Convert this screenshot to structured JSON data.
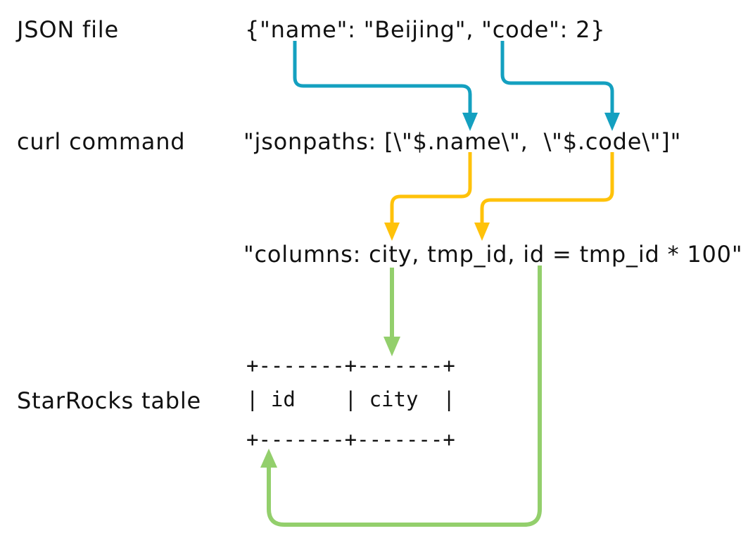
{
  "colors": {
    "teal": "#14A0C0",
    "yellow": "#FFC20A",
    "green": "#93CF6C",
    "text": "#111111"
  },
  "rows": {
    "json_file": {
      "label": "JSON file",
      "value": "{\"name\": \"Beijing\", \"code\": 2}"
    },
    "curl_command": {
      "label": "curl command",
      "jsonpaths_value": "\"jsonpaths: [\\\"$.name\\\",  \\\"$.code\\\"]\"",
      "columns_value": "\"columns: city, tmp_id, id = tmp_id * 100\""
    },
    "starrocks_table": {
      "label": "StarRocks table",
      "ascii": {
        "top_border": "+-------+-------+",
        "header_row": "| id    | city  |",
        "bottom_border": "+-------+-------+"
      },
      "columns": [
        "id",
        "city"
      ]
    }
  },
  "mappings": [
    {
      "from": "name (JSON file)",
      "to": "$.name (jsonpaths)",
      "color_key": "teal"
    },
    {
      "from": "code (JSON file)",
      "to": "$.code (jsonpaths)",
      "color_key": "teal"
    },
    {
      "from": "$.name (jsonpaths)",
      "to": "city (columns)",
      "color_key": "yellow"
    },
    {
      "from": "$.code (jsonpaths)",
      "to": "tmp_id (columns)",
      "color_key": "yellow"
    },
    {
      "from": "city (columns)",
      "to": "city column (StarRocks table)",
      "color_key": "green"
    },
    {
      "from": "id = tmp_id * 100 (columns)",
      "to": "id column (StarRocks table)",
      "color_key": "green"
    }
  ]
}
